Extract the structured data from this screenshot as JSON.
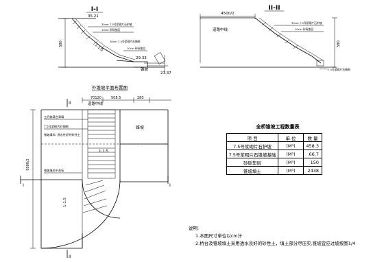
{
  "section_1": {
    "title": "I-I",
    "labels": {
      "dim_top": "35.21",
      "slope": "1:1.5",
      "elev_mid": "29.33",
      "elev_bottom": "27.37",
      "left_dim": "580",
      "bridge": "锥坡",
      "note_a": "30cm 7.5号浆砌片石护坡",
      "note_b": "10cm 砂砾垫层",
      "note_c": "30cm 7.5号浆砌片石铺砌",
      "note_d": "10cm 砂砾垫层"
    }
  },
  "section_2": {
    "title": "II-II",
    "labels": {
      "dim_top": "4500/2",
      "center_line": "道路中线",
      "left_dim": "580",
      "note_a": "30cm 7.5号浆砌片石护坡",
      "note_b": "10cm 砂砾垫层",
      "note_c": "7.5号浆砌片石铺砌"
    }
  },
  "plan": {
    "title": "外锥坡平面布置图",
    "labels": {
      "dim_a": "70120",
      "dim_b": "508.5",
      "dim_c": "280",
      "center_line": "道路中线",
      "left_dim": "5000/2",
      "slope": "1:1.5",
      "slope_b": "1:1.5",
      "bridge": "锥坡",
      "note_a": "工后路基台背填",
      "note_b": "7.5号浆砌片石铺砌",
      "note_c": "锥坡填料: 透水性好的砂性土",
      "note_d": "锥坡填料平台标",
      "cut_I": "I",
      "cut_II": "II"
    }
  },
  "table": {
    "title": "全桥锥坡工程数量表",
    "headers": [
      "项  目",
      "单  位",
      "数 量"
    ],
    "rows": [
      {
        "item": "7.5号浆砌片石护坡",
        "unit": "(M³)",
        "value": "458.3"
      },
      {
        "item": "7.5号浆砌片石锥坡基础",
        "unit": "(M³)",
        "value": "66.7"
      },
      {
        "item": "砂砾垫层",
        "unit": "(M³)",
        "value": "150"
      },
      {
        "item": "锥坡填土",
        "unit": "(M³)",
        "value": "2438"
      }
    ]
  },
  "notes": {
    "title": "说明:",
    "line1": "1.本图尺寸单位以cm计",
    "line2": "2.桥台及锥坡填土采用透水良好的砂性土，填土部分尽压实,锥坡宜应过坡按图1/4"
  }
}
